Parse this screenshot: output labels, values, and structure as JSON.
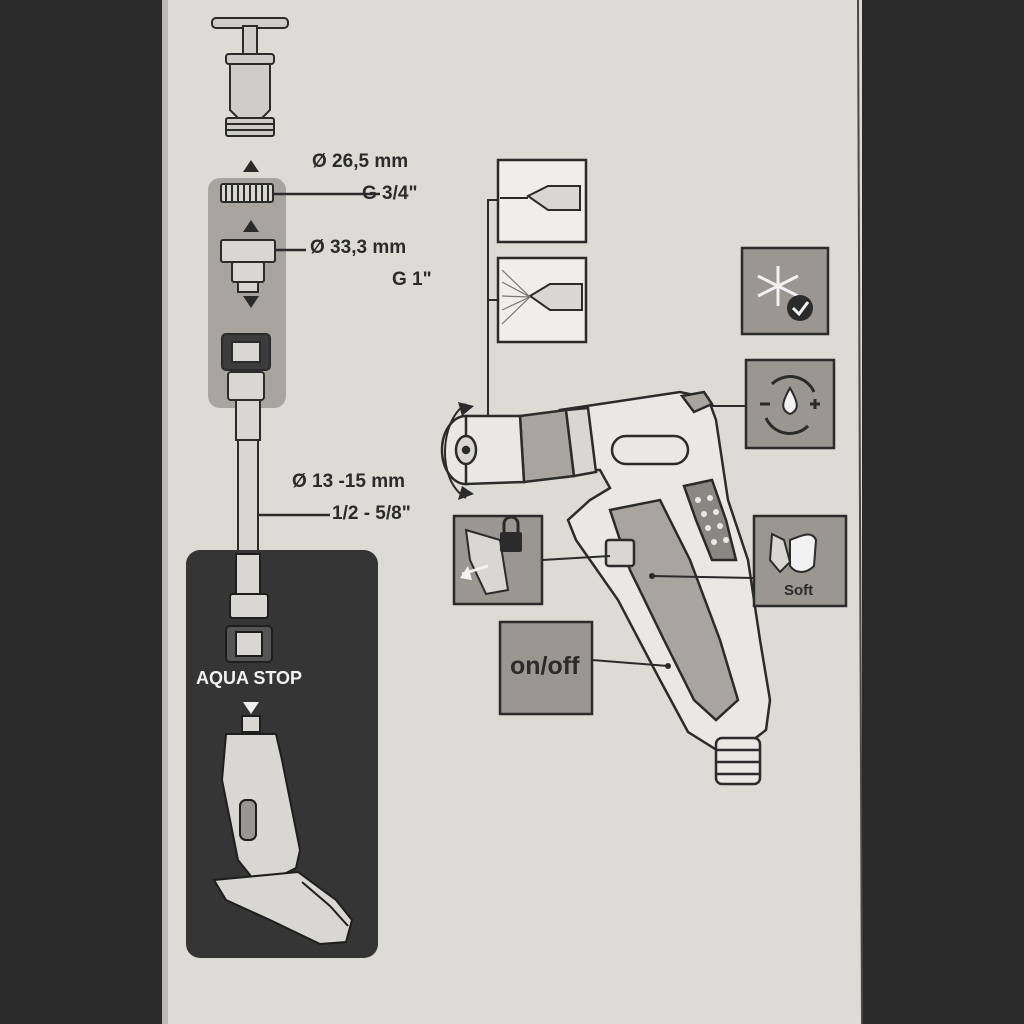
{
  "colors": {
    "card": "#dddbd6",
    "ink": "#2b2b2b",
    "icon_box": "#9a9793",
    "dark_panel": "#353535",
    "connector_panel": "#a8a5a1"
  },
  "dimensions": {
    "tap_diameter": "Ø 26,5 mm",
    "tap_thread": "G 3/4\"",
    "adapter_diameter": "Ø 33,3 mm",
    "adapter_thread": "G 1\"",
    "hose_diameter": "Ø 13 -15 mm",
    "hose_size": "1/2 - 5/8\""
  },
  "labels": {
    "aqua_stop": "AQUA STOP",
    "on_off": "on/off",
    "soft": "Soft"
  },
  "icons": [
    "tap-icon",
    "jet-spray-icon",
    "mist-spray-icon",
    "frost-proof-icon",
    "flow-regulation-icon",
    "trigger-lock-icon",
    "soft-grip-icon",
    "spray-gun-icon"
  ]
}
